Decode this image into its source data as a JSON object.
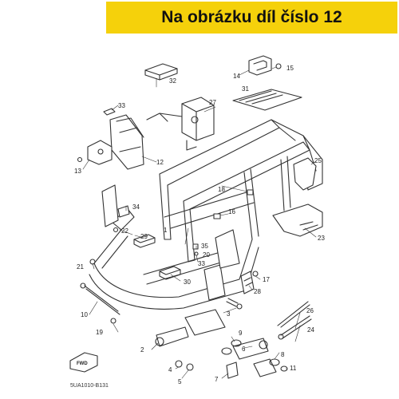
{
  "banner": {
    "text": "Na obrázku díl číslo 12",
    "color": "#f5d10b"
  },
  "diagram_code": "5UA1010-B131",
  "fwd_label": "FWD",
  "part_labels": {
    "p1": "1",
    "p2": "2",
    "p3": "3",
    "p4": "4",
    "p5": "5",
    "p6": "6",
    "p7": "7",
    "p8": "8",
    "p9": "9",
    "p10": "10",
    "p11": "11",
    "p12": "12",
    "p13": "13",
    "p14": "14",
    "p15": "15",
    "p16": "16",
    "p17": "17",
    "p18": "18",
    "p19": "19",
    "p20": "20",
    "p21": "21",
    "p22": "22",
    "p23": "23",
    "p24": "24",
    "p25": "25",
    "p26": "26",
    "p27": "27",
    "p28": "28",
    "p29": "29",
    "p30": "30",
    "p31": "31",
    "p32": "32",
    "p33a": "33",
    "p33b": "33",
    "p34": "34",
    "p35": "35"
  }
}
